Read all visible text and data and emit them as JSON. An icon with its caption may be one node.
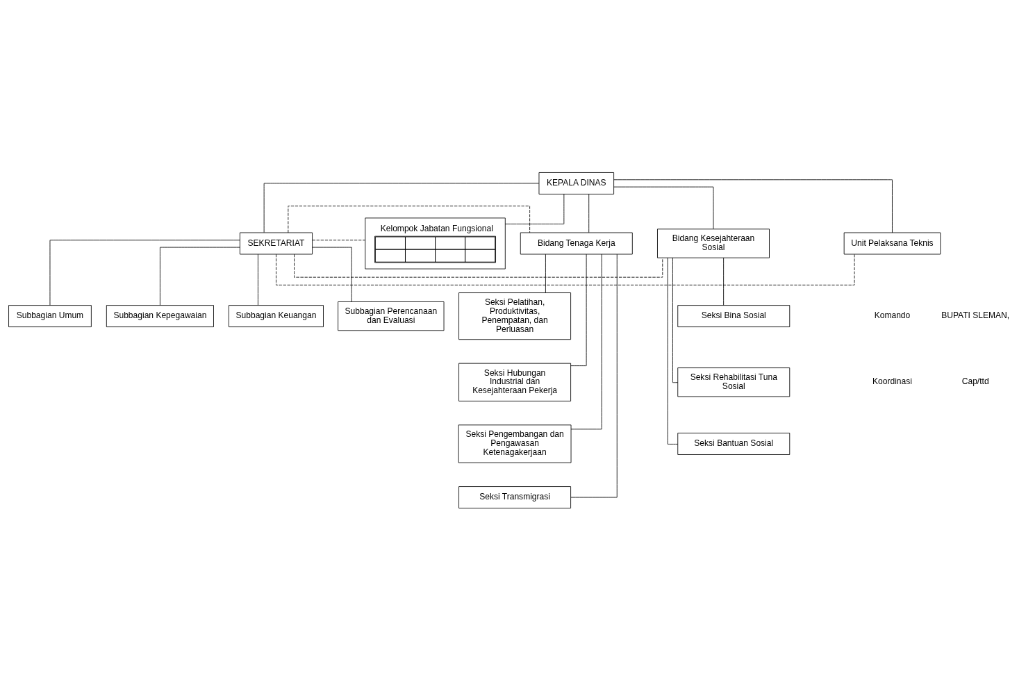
{
  "diagram": {
    "nodes": [
      {
        "text": [
          "KEPALA DINAS"
        ]
      },
      {
        "text": [
          "SEKRETARIAT"
        ]
      },
      {
        "text": [
          "Kelompok Jabatan Fungsional"
        ]
      },
      {
        "text": [
          "Subbagian Umum"
        ]
      },
      {
        "text": [
          "Subbagian Kepegawaian"
        ]
      },
      {
        "text": [
          "Subbagian Keuangan"
        ]
      },
      {
        "text": [
          "Subbagian Perencanaan dan Evaluasi"
        ]
      },
      {
        "text": [
          "Bidang Tenaga Kerja"
        ]
      },
      {
        "text": [
          "Bidang Kesejahteraan Sosial"
        ]
      },
      {
        "text": [
          "Seksi Pelatihan, Produktivitas, Penempatan, dan Perluasan"
        ]
      },
      {
        "text": [
          "Seksi Hubungan Industrial dan Kesejahteraan Pekerja"
        ]
      },
      {
        "text": [
          "Seksi Pengembangan dan Pengawasan Ketenagakerjaan"
        ]
      },
      {
        "text": [
          "Seksi Transmigrasi"
        ]
      },
      {
        "text": [
          "Seksi Bina Sosial"
        ]
      },
      {
        "text": [
          "Seksi Rehabilitasi Tuna Sosial"
        ]
      },
      {
        "text": [
          "Seksi Bantuan Sosial"
        ]
      },
      {
        "text": [
          "Unit Pelaksana Teknis"
        ]
      }
    ],
    "edges": [
      {
        "from": 0,
        "to": 1,
        "arrow": "none"
      },
      {
        "from": 0,
        "to": 2,
        "arrow": "none"
      },
      {
        "from": 1,
        "to": 3,
        "arrow": "none"
      },
      {
        "from": 1,
        "to": 4,
        "arrow": "none"
      },
      {
        "from": 1,
        "to": 5,
        "arrow": "none"
      },
      {
        "from": 1,
        "to": 6,
        "arrow": "none"
      },
      {
        "from": 0,
        "to": 7,
        "arrow": "none"
      },
      {
        "from": 0,
        "to": 8,
        "arrow": "none"
      },
      {
        "from": 7,
        "to": 9,
        "arrow": "none"
      },
      {
        "from": 7,
        "to": 10,
        "arrow": "none"
      },
      {
        "from": 7,
        "to": 11,
        "arrow": "none"
      },
      {
        "from": 7,
        "to": 12,
        "arrow": "none"
      },
      {
        "from": 8,
        "to": 13,
        "arrow": "none"
      },
      {
        "from": 8,
        "to": 14,
        "arrow": "none"
      },
      {
        "from": 8,
        "to": 15,
        "arrow": "none"
      },
      {
        "from": 0,
        "to": 16,
        "arrow": "none"
      },
      {
        "from": 1,
        "to": 2,
        "arrow": "none",
        "style": "dashed"
      },
      {
        "from": 1,
        "to": 7,
        "arrow": "none",
        "style": "dashed"
      },
      {
        "from": 1,
        "to": 8,
        "arrow": "none",
        "style": "dashed"
      },
      {
        "from": 1,
        "to": 16,
        "arrow": "none",
        "style": "dashed"
      }
    ],
    "labels": [
      "BUPATI SLEMAN,",
      "Cap/ttd"
    ],
    "legend": [
      {
        "text": "Komando"
      },
      {
        "text": "Koordinasi"
      }
    ]
  }
}
